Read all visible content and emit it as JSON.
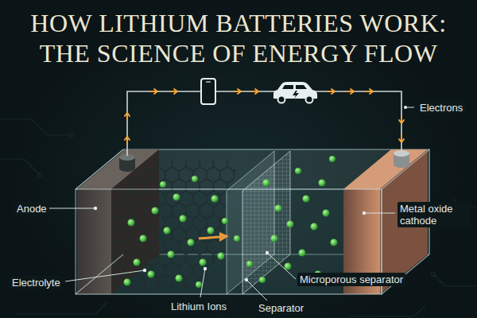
{
  "diagram": {
    "title": "HOW LITHIUM BATTERIES WORK: THE SCIENCE OF ENERGY FLOW",
    "labels": [
      "Electrons",
      "Anode",
      "Metal oxide cathode",
      "Electrolyte",
      "Lithium Ions",
      "Microporous separator",
      "Separator"
    ]
  }
}
